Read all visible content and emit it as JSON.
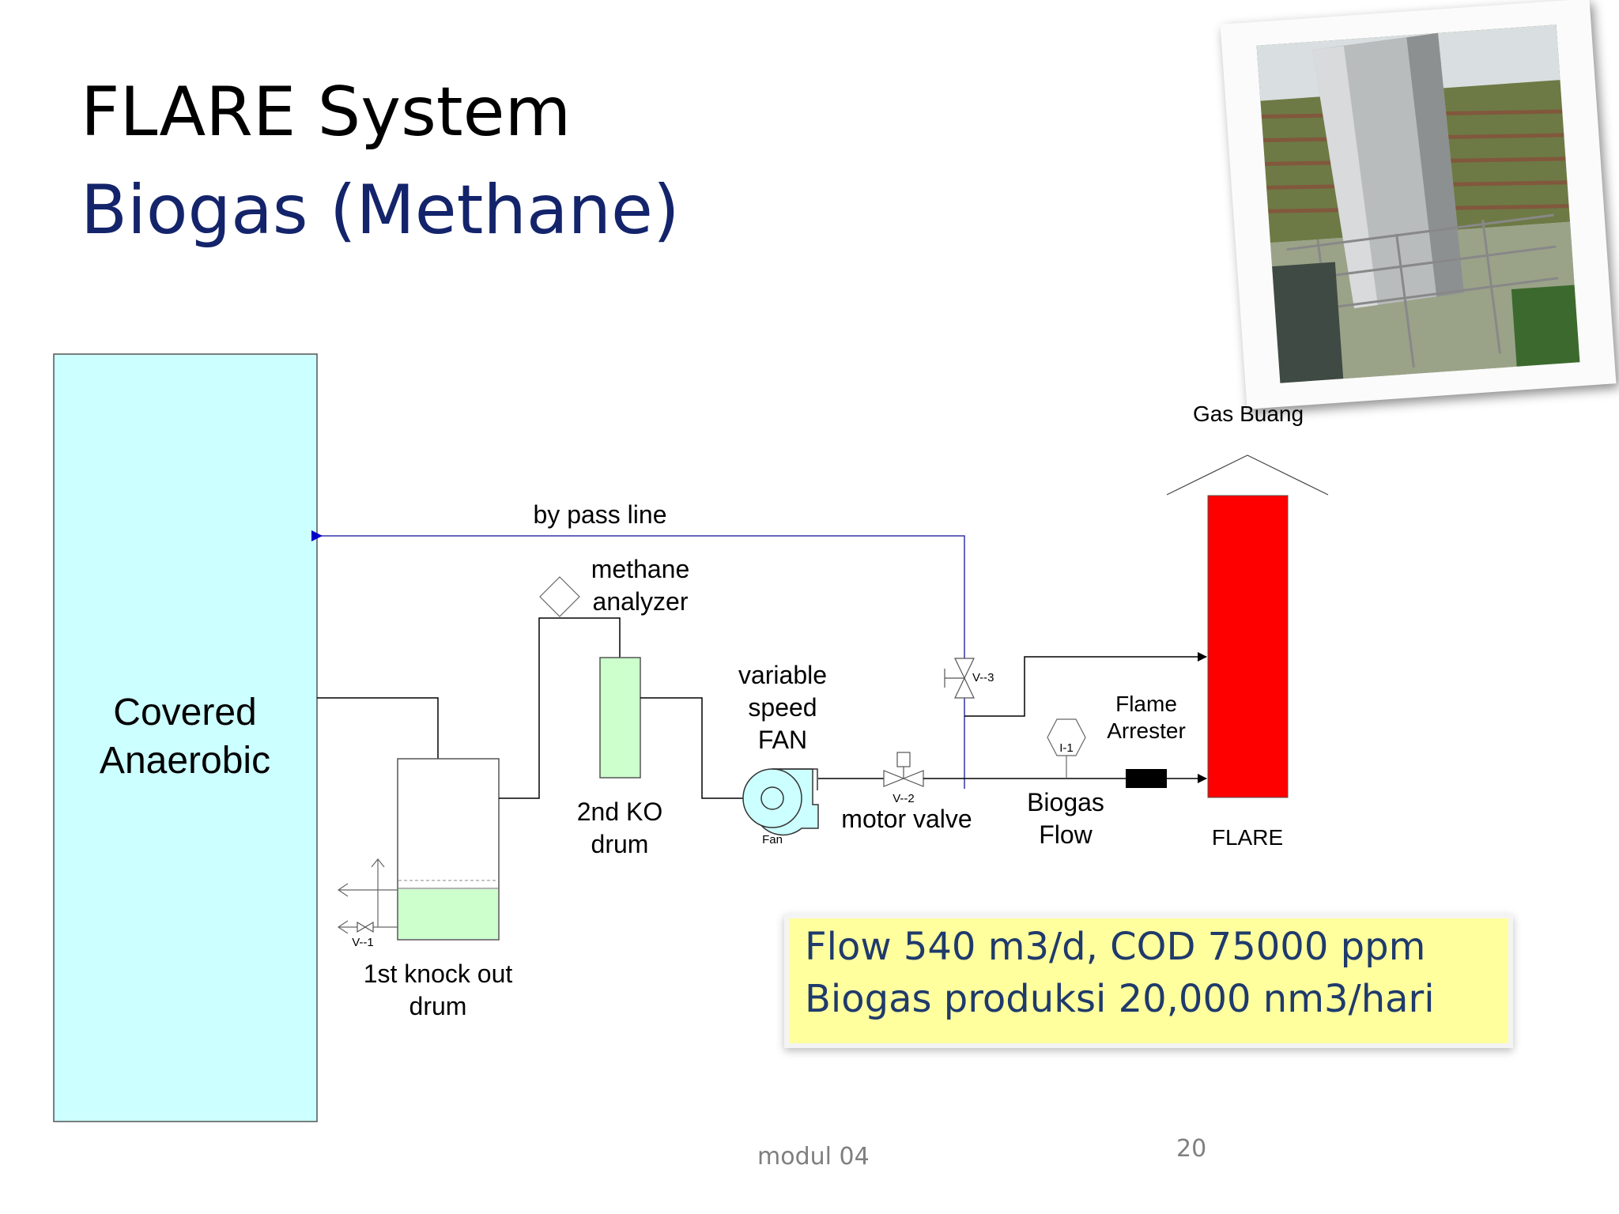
{
  "slide": {
    "title": "FLARE System",
    "subtitle": "Biogas (Methane)",
    "footer": "modul 04",
    "page_number": "20"
  },
  "diagram": {
    "covered_anaerobic": [
      "Covered",
      "Anaerobic"
    ],
    "by_pass_line": "by pass line",
    "methane_analyzer": [
      "methane",
      "analyzer"
    ],
    "second_ko_drum": [
      "2nd KO",
      "drum"
    ],
    "variable_speed_fan": [
      "variable",
      "speed",
      "FAN"
    ],
    "fan_tag": "Fan",
    "valve_v2": "V--2",
    "motor_valve": "motor valve",
    "valve_v3": "V--3",
    "flame_arrester": [
      "Flame",
      "Arrester"
    ],
    "indicator_tag": "I-1",
    "biogas_flow": [
      "Biogas",
      "Flow"
    ],
    "gas_buang": "Gas Buang",
    "flare": "FLARE",
    "first_ko_drum": [
      "1st knock out",
      "drum"
    ],
    "valve_v1": "V--1"
  },
  "info": {
    "line1": "Flow 540 m3/d, COD 75000 ppm",
    "line2": "Biogas produksi  20,000 nm3/hari"
  },
  "colors": {
    "title": "#000000",
    "subtitle": "#14246b",
    "digester_fill": "#ccffff",
    "drum_liquid": "#ccffcc",
    "fan_fill": "#ccffff",
    "flare_fill": "#ff0000",
    "info_box": "#ffff9e",
    "info_text": "#1f3a6b",
    "bypass_line": "#3333aa"
  }
}
